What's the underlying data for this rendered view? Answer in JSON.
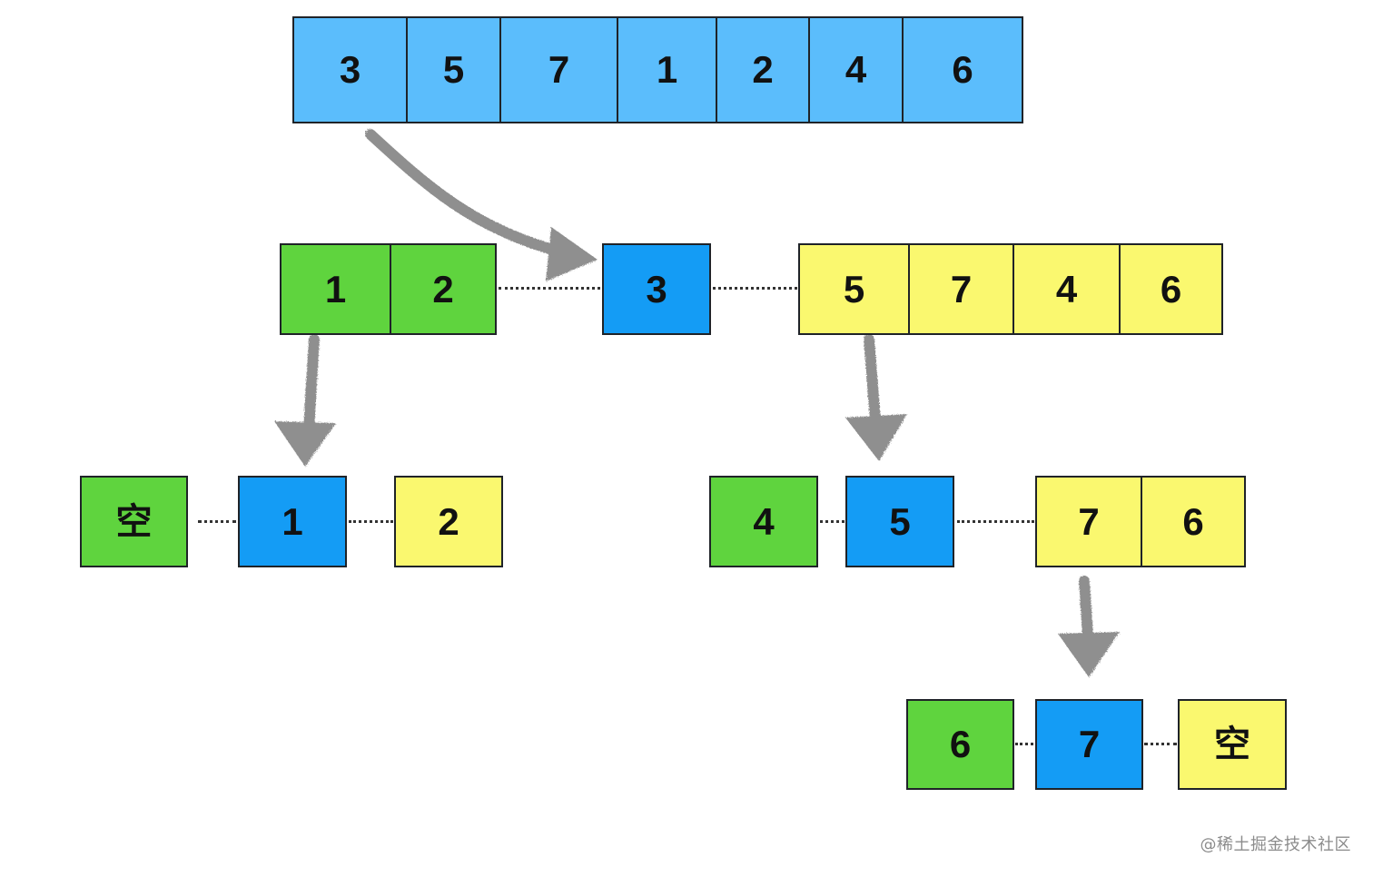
{
  "rows": [
    {
      "cells": [
        "3",
        "5",
        "7",
        "1",
        "2",
        "4",
        "6"
      ]
    },
    {
      "cells": [
        "1",
        "2"
      ]
    },
    {
      "cells": [
        "3"
      ]
    },
    {
      "cells": [
        "5",
        "7",
        "4",
        "6"
      ]
    },
    {
      "cells": [
        "空"
      ]
    },
    {
      "cells": [
        "1"
      ]
    },
    {
      "cells": [
        "2"
      ]
    },
    {
      "cells": [
        "4"
      ]
    },
    {
      "cells": [
        "5"
      ]
    },
    {
      "cells": [
        "7",
        "6"
      ]
    },
    {
      "cells": [
        "6"
      ]
    },
    {
      "cells": [
        "7"
      ]
    },
    {
      "cells": [
        "空"
      ]
    }
  ],
  "colors": {
    "unsorted": "#5bbdfc",
    "pivot": "#149cf5",
    "left_partition": "#5fd43e",
    "right_partition": "#faf86f",
    "arrow": "#8f8f8f"
  },
  "watermark": "@稀土掘金技术社区"
}
